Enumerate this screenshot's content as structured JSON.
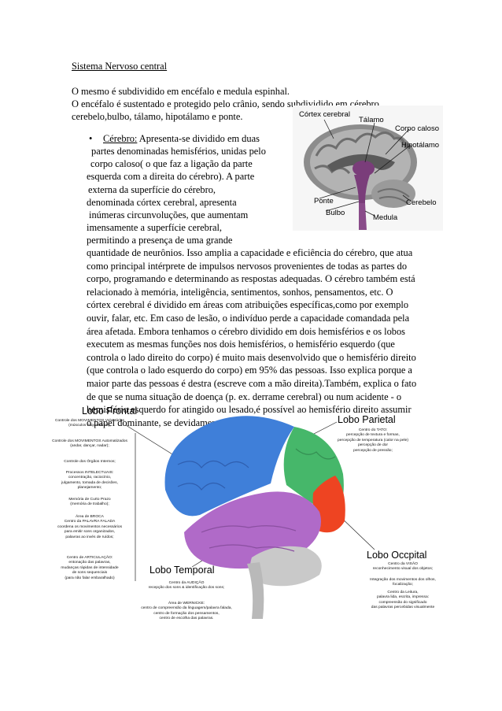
{
  "doc": {
    "title": "Sistema Nervoso central",
    "intro_1": "O mesmo é subdividido em encéfalo e medula espinhal.",
    "intro_2": "O encéfalo é sustentado e protegido pelo crânio, sendo subdividido em cérebro,",
    "intro_3": "cerebelo,bulbo, tálamo, hipotálamo e ponte.",
    "bullet_term": "Cérebro:",
    "bullet_rest": " Apresenta-se dividido em duas",
    "wrapped": [
      "partes denominadas hemisférios, unidas pelo",
      "corpo caloso( o que faz a ligação da parte",
      "esquerda com a direita do cérebro). A parte",
      "externa da superfície do cérebro,",
      "denominada córtex cerebral, apresenta",
      "inúmeras circunvoluções, que aumentam",
      "imensamente a superfície cerebral,",
      "permitindo a presença de uma grande"
    ],
    "full": [
      "quantidade de neurônios. Isso amplia a capacidade e eficiência do cérebro, que atua",
      "como principal intérprete de impulsos nervosos provenientes de todas as partes do",
      "corpo, programando e determinando as respostas adequadas. O cérebro também está",
      "relacionado à memória, inteligência, sentimentos, sonhos, pensamentos, etc. O",
      "córtex cerebral é dividido em áreas com atribuições específicas,como por exemplo",
      "ouvir, falar, etc. Em caso de lesão, o indivíduo perde a capacidade comandada pela",
      "área afetada. Embora tenhamos o cérebro dividido em dois hemisférios e os lobos",
      "executem as mesmas funções nos dois hemisférios, o hemisfério esquerdo (que",
      "controla o lado direito do corpo) é muito mais desenvolvido que o hemisfério direito",
      "(que controla o lado esquerdo do corpo) em 95% das pessoas. Isso explica porque a",
      "maior parte das pessoas é destra (escreve com a mão direita).Também, explica o fato",
      "de que se numa situação de doença (p. ex. derrame cerebral) ou num acidente -  o",
      "hemisfério esquerdo for atingido ou lesado,é possível ao hemisfério direito assumir",
      "o papel dominante, se devidamente estimulado."
    ]
  },
  "fig1": {
    "labels": {
      "cortex": "Córtex cerebral",
      "talamo": "Tálamo",
      "corpo_caloso": "Corpo caloso",
      "hipotalamo": "Hipotálamo",
      "ponte": "Ponte",
      "bulbo": "Bulbo",
      "medula": "Medula",
      "cerebelo": "Cerebelo"
    }
  },
  "fig2": {
    "lobo_frontal": "Lobo Frontal",
    "lobo_parietal": "Lobo Parietal",
    "lobo_temporal": "Lobo Temporal",
    "lobo_occipital": "Lobo Occpital",
    "frontal_caps": [
      [
        "Controle dos MOVIMENTOS Voluntários",
        "(músculos esqueléticos);"
      ],
      [
        "Controle dos MOVIMENTOS Automatizados",
        "(andar, dançar, nadar);"
      ],
      [
        "Controle  dos Órgãos Internos;"
      ],
      [
        "Processos INTELECTUAIS:",
        "concentração, raciocínio,",
        "julgamento, tomada de decisões,",
        "planejamento;"
      ],
      [
        "Memória de Curto Prazo",
        "(memória de trabalho);"
      ],
      [
        "Área de BROCA",
        "Centro da PALAVRA FALADA",
        "coordena os movimentos necessários",
        "para emitir sons organizados,",
        "palavras ao invés de ruídos;"
      ],
      [
        "Centro de ARTICULAÇÃO:",
        "entonação das palavras,",
        "mudanças rápidas de intensidade",
        "de sons sequenciais",
        "(para não falar embaralhado)"
      ]
    ],
    "parietal_caps": [
      "Centro do TATO:",
      "percepção de textura e formas,",
      "percepção de temperatura (calor na pele)",
      "percepção de dor",
      "percepção de pressão;"
    ],
    "occipital_caps": [
      [
        "Centro da VISÃO",
        "reconhecimento visual dos objetos;"
      ],
      [
        "Integração dos movimentos dos olhos,",
        "focalização;"
      ],
      [
        "Centro da Leitura,",
        "palavra lida, escrita, impressa:",
        "compreensão do significado",
        "das palavras percebidas visualmente"
      ]
    ],
    "temporal_caps": [
      [
        "Centro da AUDIÇÃO",
        "recepção dos sons & identificação dos sons;"
      ],
      [
        "Área de WERNICKE:",
        "centro de compreensão da linguagem/palavra falada,",
        "centro de formação dos pensamentos,",
        "centro de escolha das palavras."
      ]
    ]
  },
  "colors": {
    "frontal": "#3f7fd9",
    "parietal": "#46b76a",
    "occipital": "#ee4422",
    "temporal": "#b06ac8",
    "cerebellum": "#c9c9c9"
  }
}
